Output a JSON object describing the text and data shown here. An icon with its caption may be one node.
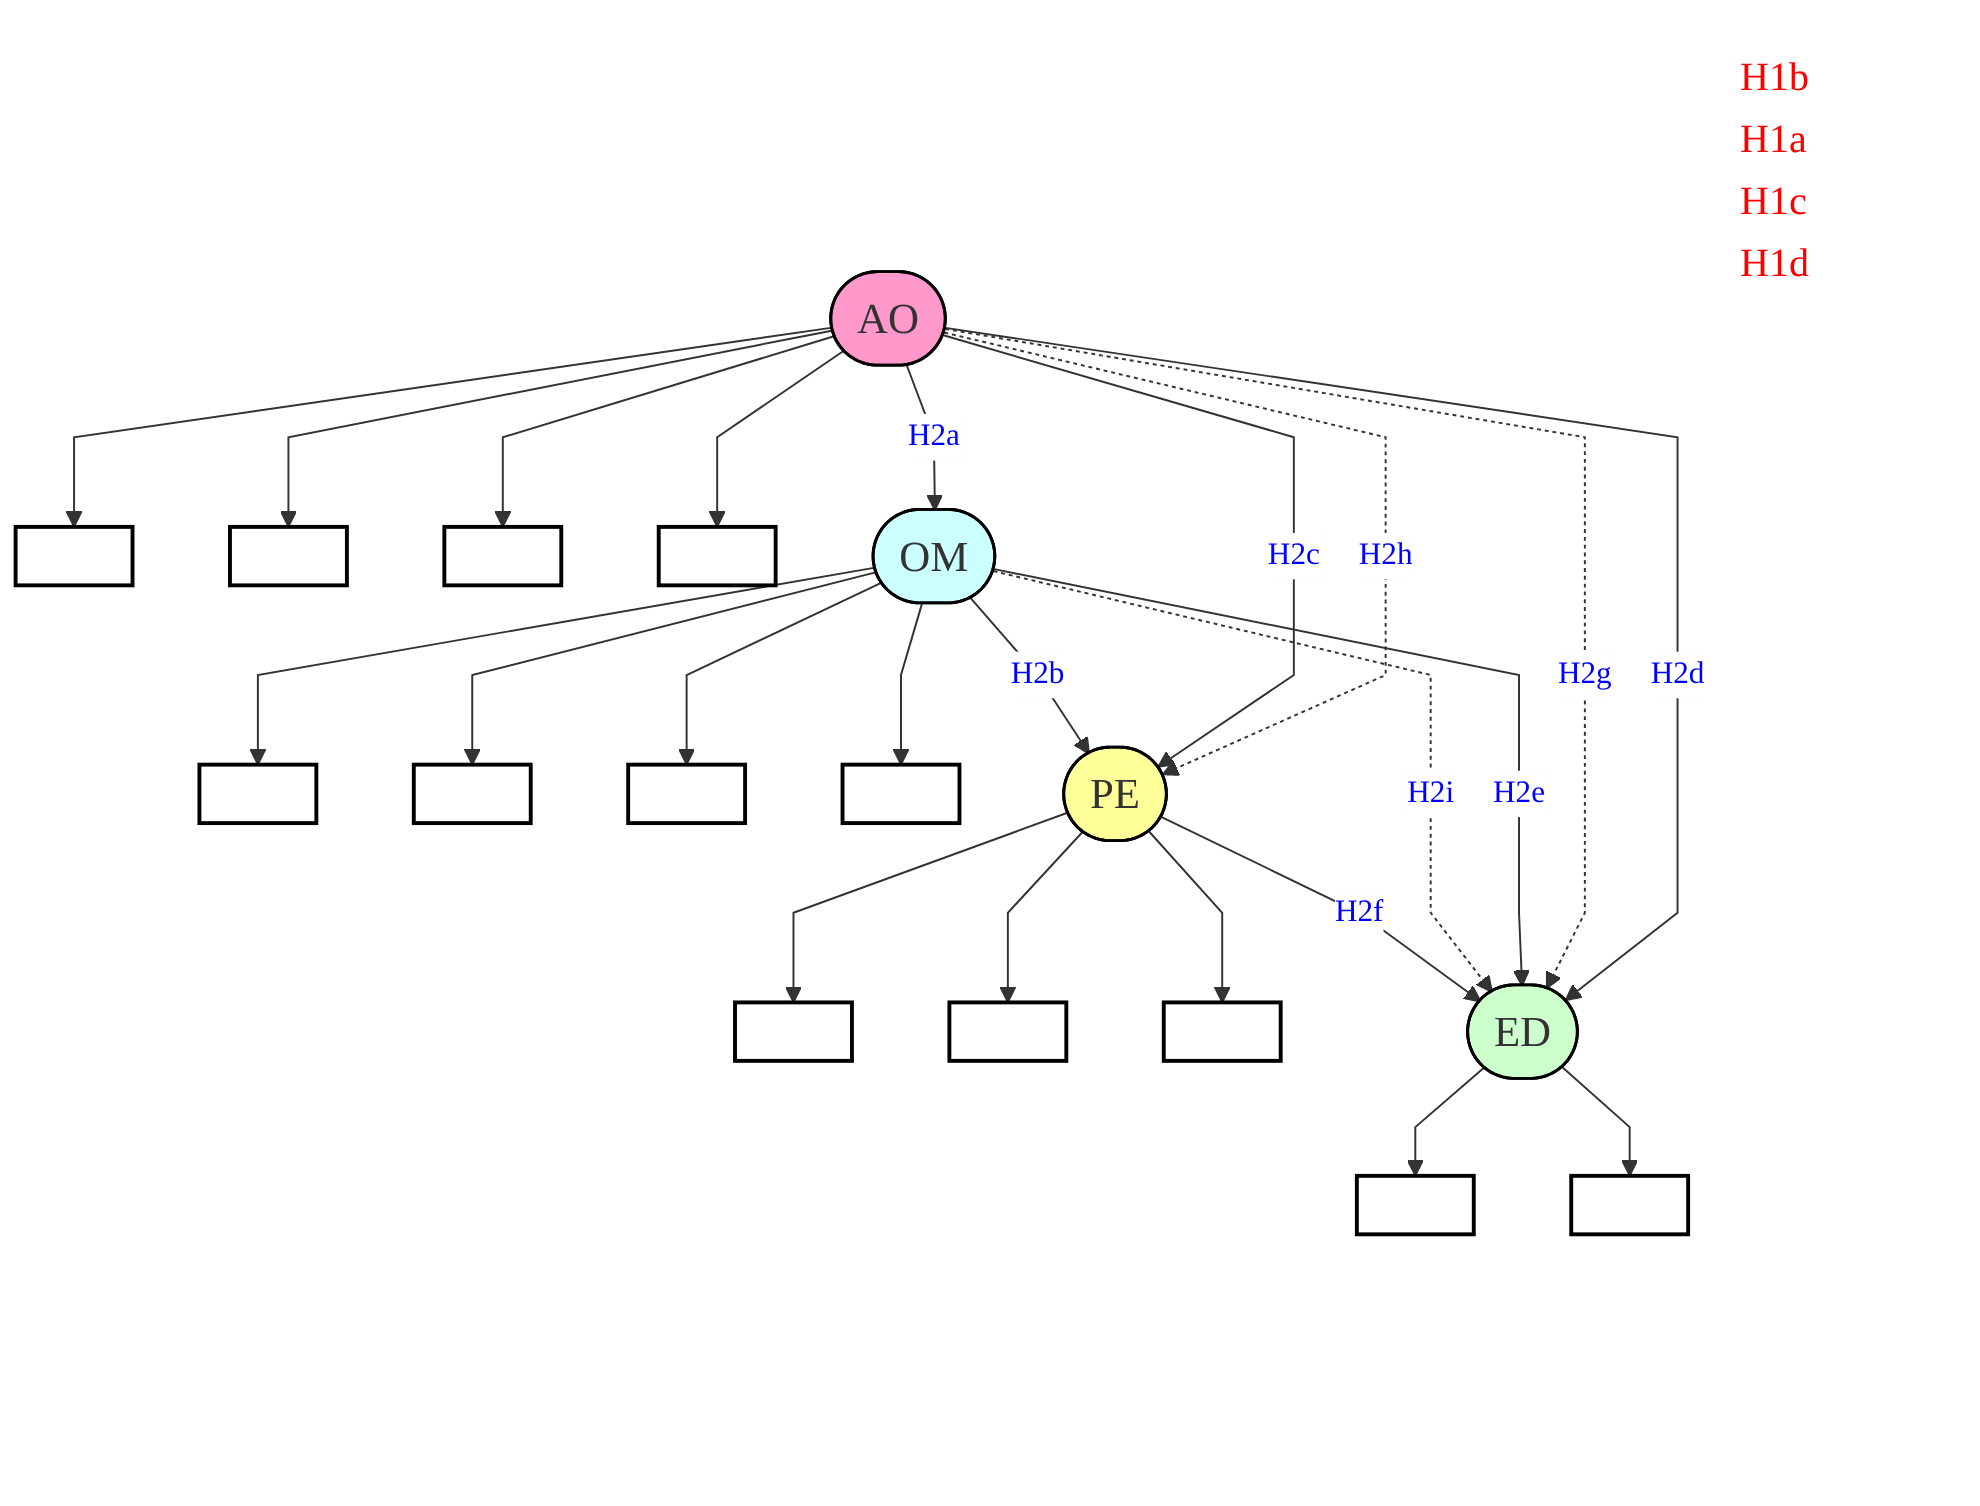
{
  "diagram": {
    "nodes": [
      {
        "text": [
          "AO"
        ]
      },
      {
        "text": [],
        "shape": "box"
      },
      {
        "text": [],
        "shape": "box"
      },
      {
        "text": [],
        "shape": "box"
      },
      {
        "text": [],
        "shape": "box"
      },
      {
        "text": [
          "OM"
        ]
      },
      {
        "text": [],
        "shape": "box"
      },
      {
        "text": [],
        "shape": "box"
      },
      {
        "text": [],
        "shape": "box"
      },
      {
        "text": [],
        "shape": "box"
      },
      {
        "text": [
          "PE"
        ]
      },
      {
        "text": [],
        "shape": "box"
      },
      {
        "text": [],
        "shape": "box"
      },
      {
        "text": [],
        "shape": "box"
      },
      {
        "text": [
          "ED"
        ]
      },
      {
        "text": [],
        "shape": "box"
      },
      {
        "text": [],
        "shape": "box"
      }
    ],
    "edges": [
      {
        "from": 0,
        "to": 1,
        "arrow": "to"
      },
      {
        "from": 0,
        "to": 2,
        "arrow": "to"
      },
      {
        "from": 0,
        "to": 3,
        "arrow": "to"
      },
      {
        "from": 0,
        "to": 4,
        "arrow": "to"
      },
      {
        "from": 0,
        "to": 5,
        "arrow": "to",
        "label": "H2a"
      },
      {
        "from": 0,
        "to": 10,
        "arrow": "to",
        "label": "H2h",
        "style": "dashed"
      },
      {
        "from": 0,
        "to": 10,
        "arrow": "to",
        "label": "H2c"
      },
      {
        "from": 0,
        "to": 14,
        "arrow": "to",
        "label": "H2d"
      },
      {
        "from": 0,
        "to": 14,
        "arrow": "to",
        "label": "H2g",
        "style": "dashed"
      },
      {
        "from": 5,
        "to": 10,
        "arrow": "to",
        "label": "H2b"
      },
      {
        "from": 5,
        "to": 14,
        "arrow": "to",
        "label": "H2e"
      },
      {
        "from": 5,
        "to": 14,
        "arrow": "to",
        "label": "H2i",
        "style": "dashed"
      },
      {
        "from": 5,
        "to": 6,
        "arrow": "to"
      },
      {
        "from": 5,
        "to": 7,
        "arrow": "to"
      },
      {
        "from": 5,
        "to": 8,
        "arrow": "to"
      },
      {
        "from": 5,
        "to": 9,
        "arrow": "to"
      },
      {
        "from": 10,
        "to": 11,
        "arrow": "to"
      },
      {
        "from": 10,
        "to": 12,
        "arrow": "to"
      },
      {
        "from": 10,
        "to": 13,
        "arrow": "to"
      },
      {
        "from": 10,
        "to": 14,
        "arrow": "to",
        "label": "H2f"
      },
      {
        "from": 14,
        "to": 15,
        "arrow": "to"
      },
      {
        "from": 14,
        "to": 16,
        "arrow": "to"
      }
    ],
    "labels": [
      "H1b",
      "H1a",
      "H1c",
      "H1d"
    ]
  }
}
